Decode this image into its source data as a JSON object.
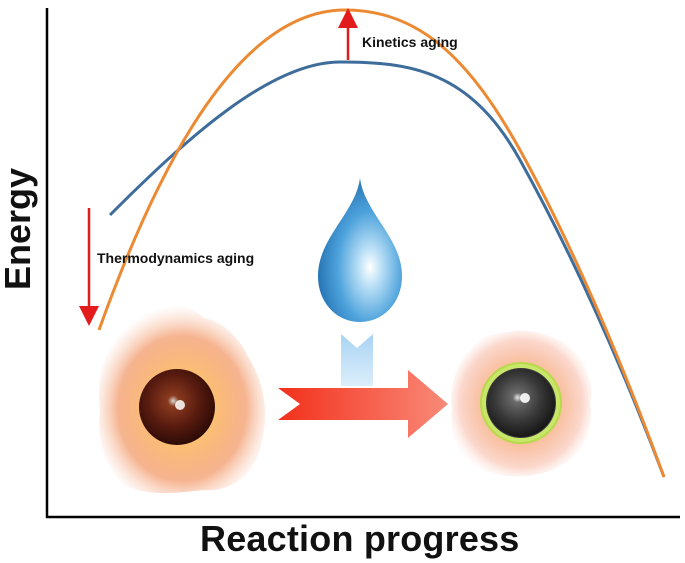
{
  "annotations": {
    "kinetics": "Kinetics aging",
    "thermodynamics": "Thermodynamics aging"
  },
  "axes": {
    "x_label": "Reaction progress",
    "y_label": "Energy"
  },
  "colors": {
    "curve_original": "#3e6d9c",
    "curve_aged": "#ec8a33",
    "arrow_red": "#e21c1c",
    "process_arrow": "#f4341a",
    "droplet": "#3a8fd4",
    "coating_ring": "#d8f07a",
    "particle_dark": "#2a2a2a",
    "flame": "#f7a265"
  },
  "icons": {
    "droplet": "water-droplet-icon",
    "particle_start": "burning-particle-icon",
    "particle_end": "coated-particle-icon",
    "process_arrow": "right-arrow-icon"
  }
}
